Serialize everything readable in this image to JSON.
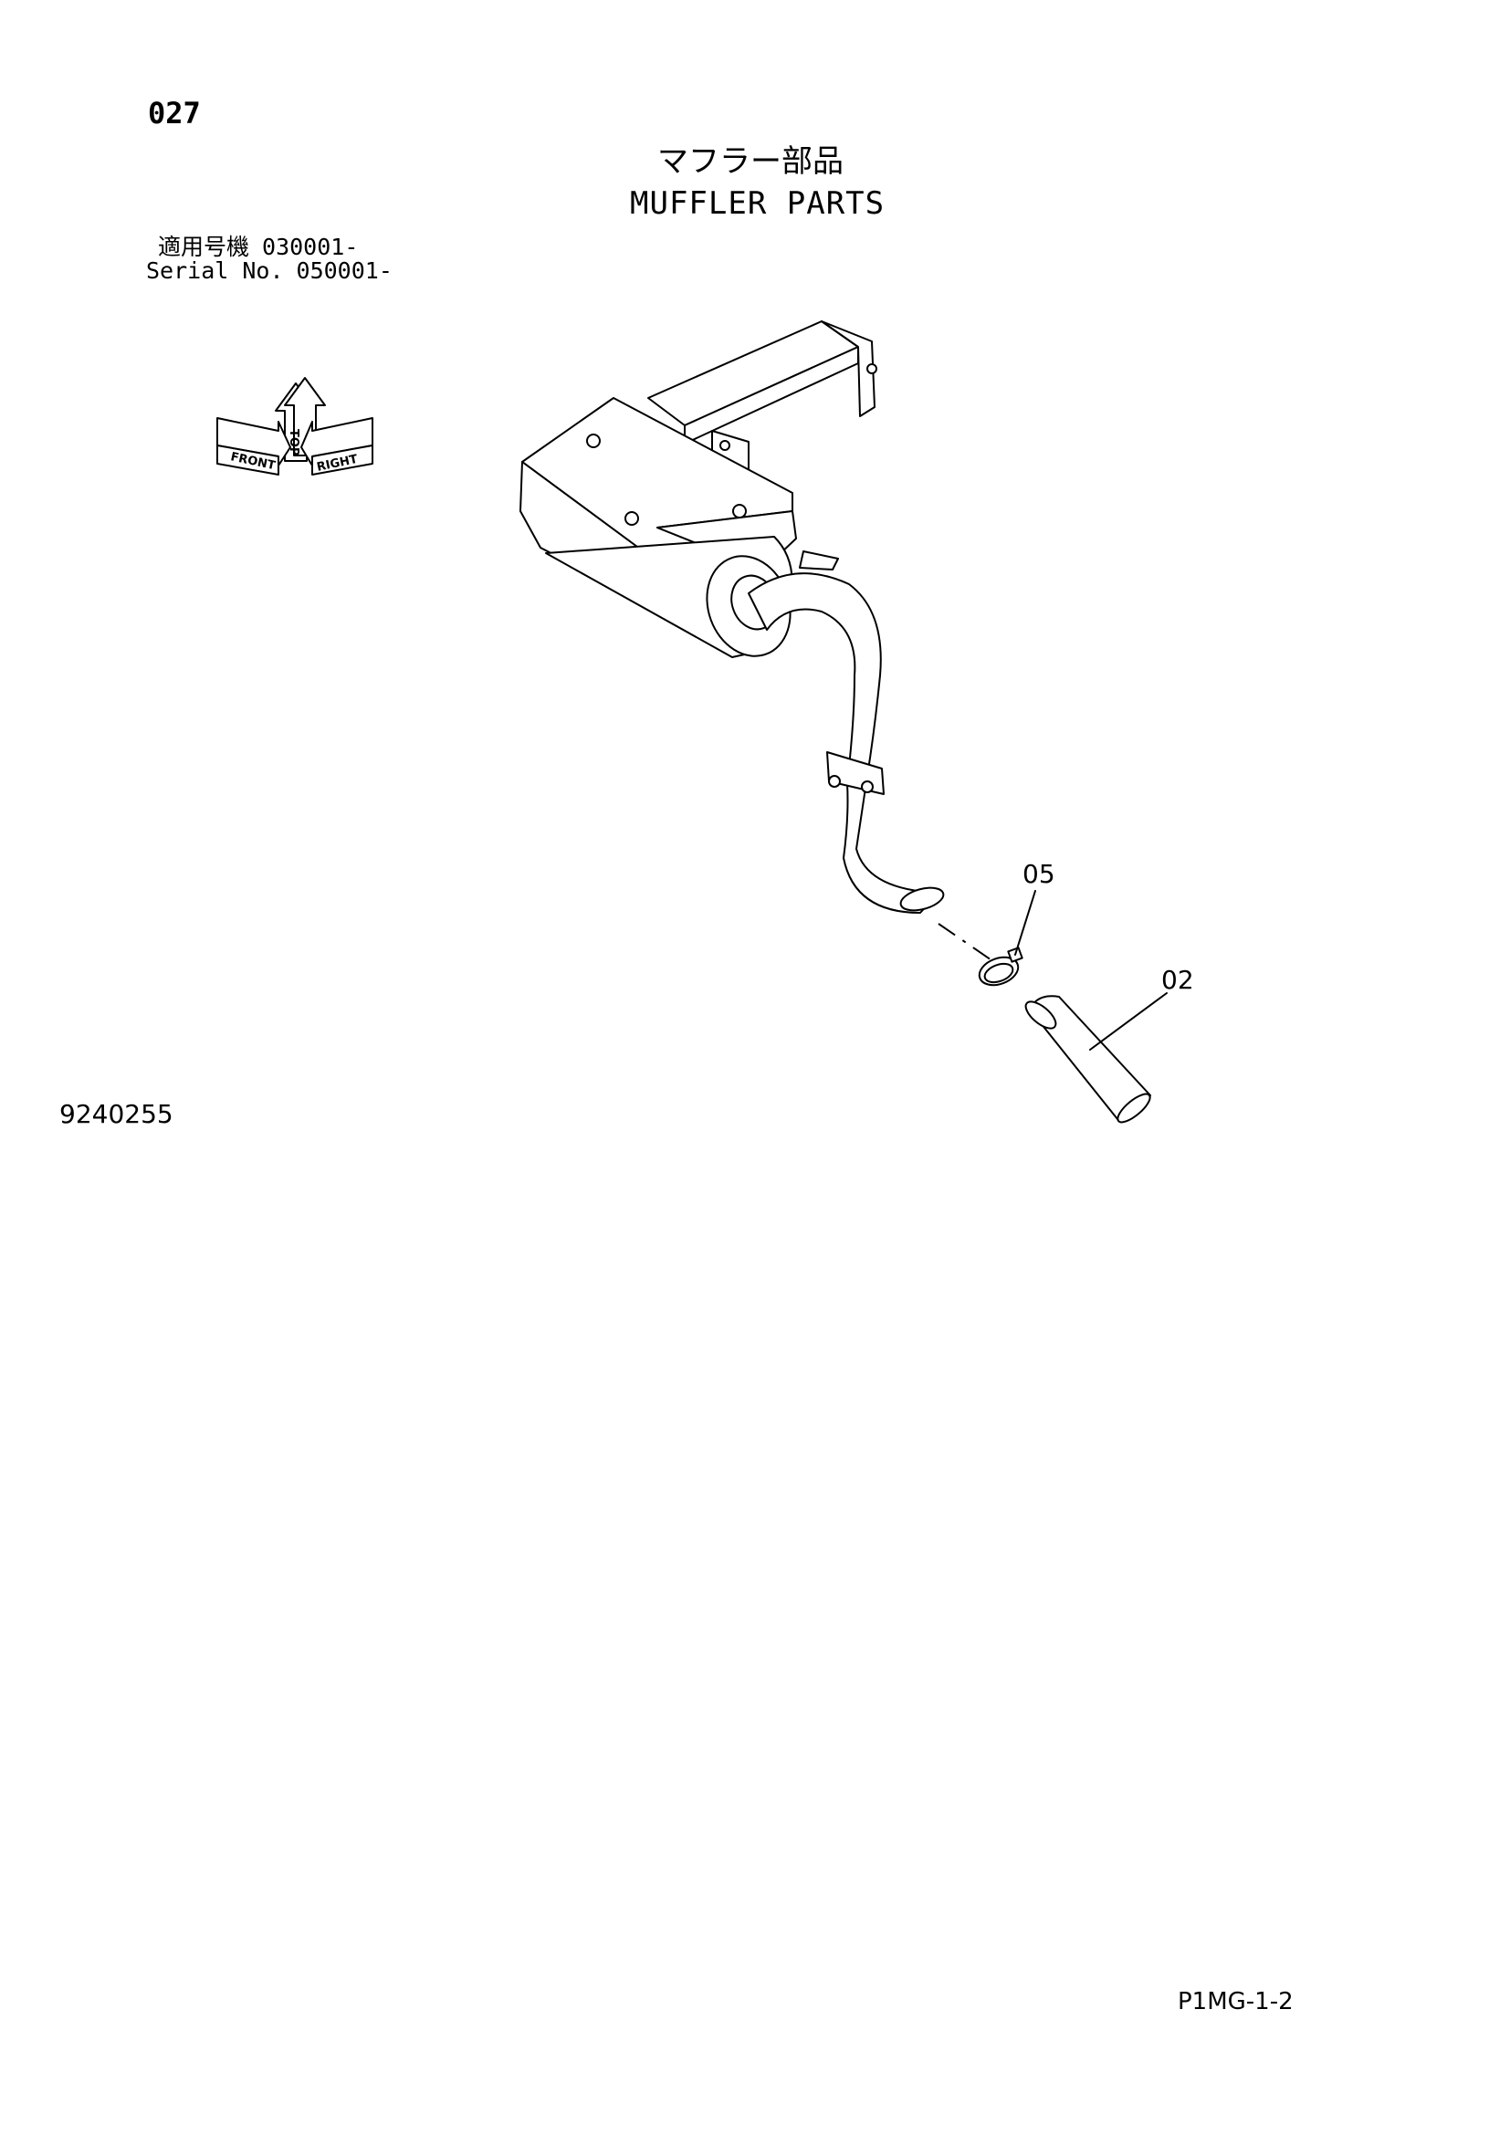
{
  "page": {
    "page_number": "027",
    "title_jp": "マフラー部品",
    "title_en": "MUFFLER PARTS",
    "serial_jp_label": "適用号機",
    "serial_jp_value": "030001-",
    "serial_en_label": "Serial No.",
    "serial_en_value": "050001-",
    "figure_number": "9240255",
    "page_code": "P1MG-1-2"
  },
  "compass": {
    "top_label": "TOP",
    "front_label": "FRONT",
    "right_label": "RIGHT"
  },
  "callouts": [
    {
      "id": "05"
    },
    {
      "id": "02"
    }
  ]
}
